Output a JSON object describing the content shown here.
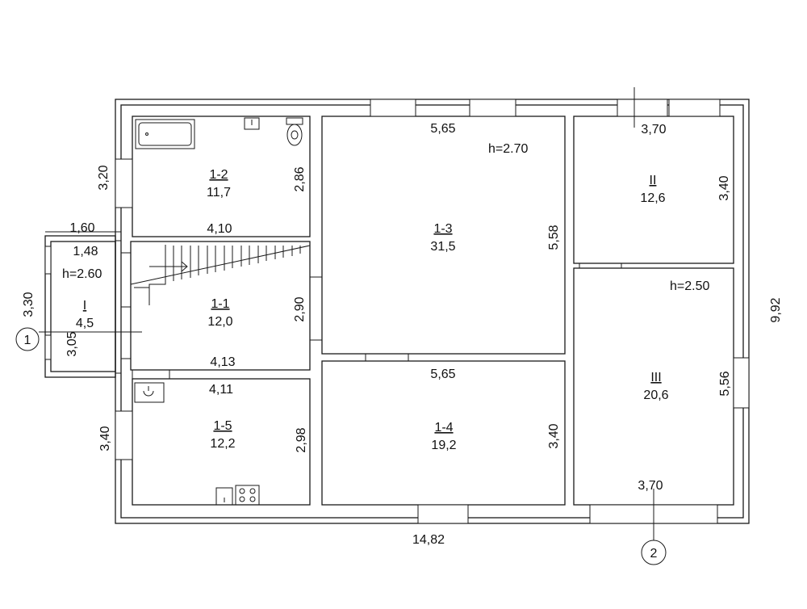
{
  "rooms": {
    "r12": {
      "id": "1-2",
      "area": "11,7"
    },
    "r11": {
      "id": "1-1",
      "area": "12,0"
    },
    "r15": {
      "id": "1-5",
      "area": "12,2"
    },
    "r13": {
      "id": "1-3",
      "area": "31,5"
    },
    "r14": {
      "id": "1-4",
      "area": "19,2"
    },
    "rII": {
      "id": "II",
      "area": "12,6"
    },
    "rIII": {
      "id": "III",
      "area": "20,6"
    },
    "rI": {
      "id": "I",
      "area": "4,5"
    }
  },
  "dimensions": {
    "d320": "3,20",
    "d286": "2,86",
    "d410": "4,10",
    "d160": "1,60",
    "d148": "1,48",
    "d330": "3,30",
    "d305": "3,05",
    "d290": "2,90",
    "d413": "4,13",
    "d411": "4,11",
    "d340a": "3,40",
    "d298": "2,98",
    "d565a": "5,65",
    "d558": "5,58",
    "d565b": "5,65",
    "d340b": "3,40",
    "d370a": "3,70",
    "d340c": "3,40",
    "d556": "5,56",
    "d370b": "3,70",
    "d992": "9,92",
    "d1482": "14,82"
  },
  "heights": {
    "h270": "h=2.70",
    "h260": "h=2.60",
    "h250": "h=2.50"
  },
  "markers": {
    "m1": "1",
    "m2": "2"
  }
}
